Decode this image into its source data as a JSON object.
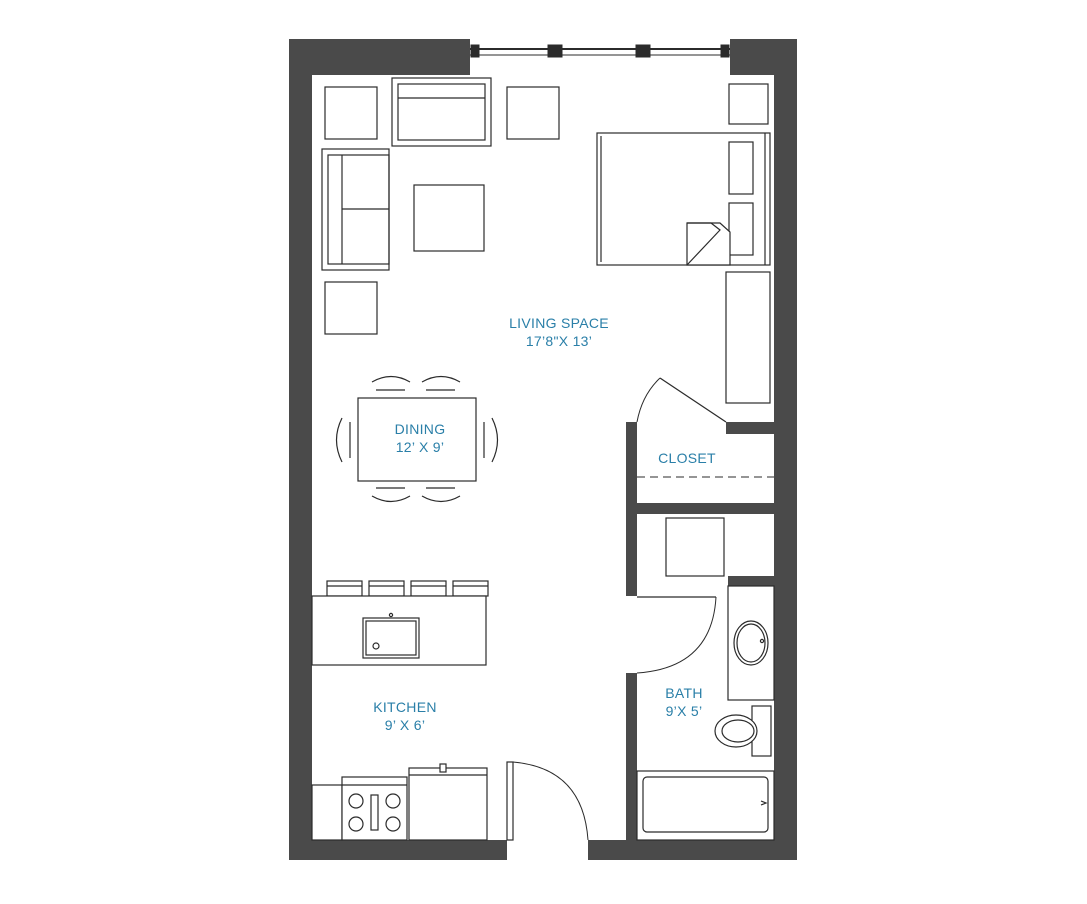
{
  "colors": {
    "wall": "#4a4a4a",
    "line": "#2b2b2b",
    "label": "#2a7fa8",
    "background": "#ffffff"
  },
  "rooms": {
    "living": {
      "name": "LIVING SPACE",
      "size": "17’8\"X 13’"
    },
    "dining": {
      "name": "DINING",
      "size": "12’ X 9’"
    },
    "closet": {
      "name": "CLOSET"
    },
    "kitchen": {
      "name": "KITCHEN",
      "size": "9’ X 6’"
    },
    "bath": {
      "name": "BATH",
      "size": "9’X 5’"
    }
  }
}
